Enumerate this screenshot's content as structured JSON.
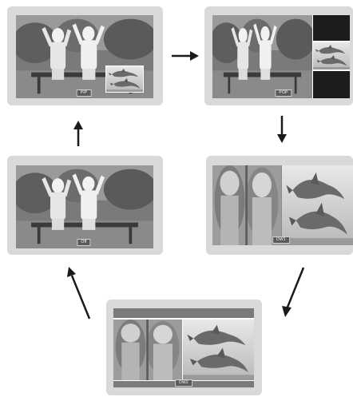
{
  "modes": {
    "pip": {
      "label": "PIP"
    },
    "pop": {
      "label": "POP"
    },
    "off": {
      "label": "Off"
    },
    "dw1": {
      "label": "DW1"
    },
    "dw2": {
      "label": "DW2"
    }
  },
  "colors": {
    "bezel": "#d9d9d9",
    "label_bg": "#5a5a5a",
    "arrow": "#1a1a1a",
    "pop_panel": "#1c1c1c",
    "dw2_bar": "#7a7a7a"
  },
  "icons": [
    "children-photo",
    "dolphins-photo",
    "right-arrow-icon",
    "down-arrow-icon",
    "up-arrow-icon",
    "diagonal-arrow-icon"
  ]
}
